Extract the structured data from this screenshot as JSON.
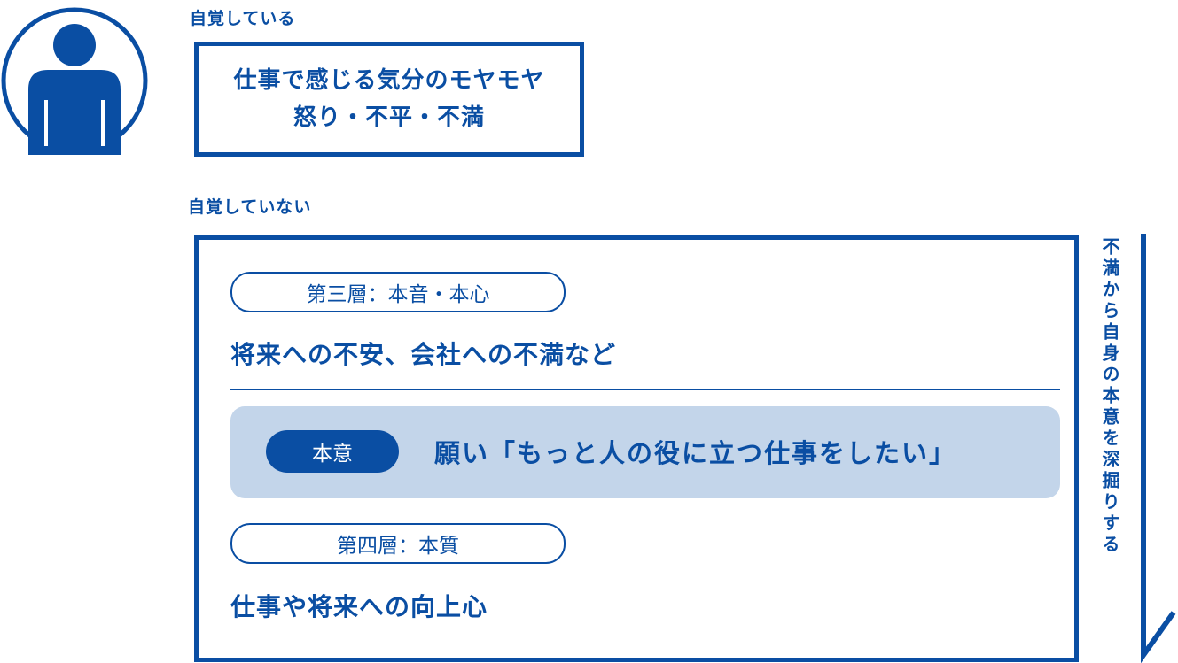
{
  "aware": {
    "label": "自覚している",
    "box_line1": "仕事で感じる気分のモヤモヤ",
    "box_line2": "怒り・不平・不満"
  },
  "unaware": {
    "label": "自覚していない",
    "layer3": {
      "pill": "第三層：本音・本心",
      "text": "将来への不安、会社への不満など"
    },
    "honi": {
      "badge": "本意",
      "text": "願い「もっと人の役に立つ仕事をしたい」"
    },
    "layer4": {
      "pill": "第四層：本質",
      "text": "仕事や将来への向上心"
    }
  },
  "side_caption": "不満から自身の本意を深掘りする",
  "colors": {
    "primary": "#0a4ea3",
    "band": "#c3d5ea",
    "background": "#ffffff"
  },
  "icons": [
    "person-icon",
    "down-arrow-icon"
  ]
}
